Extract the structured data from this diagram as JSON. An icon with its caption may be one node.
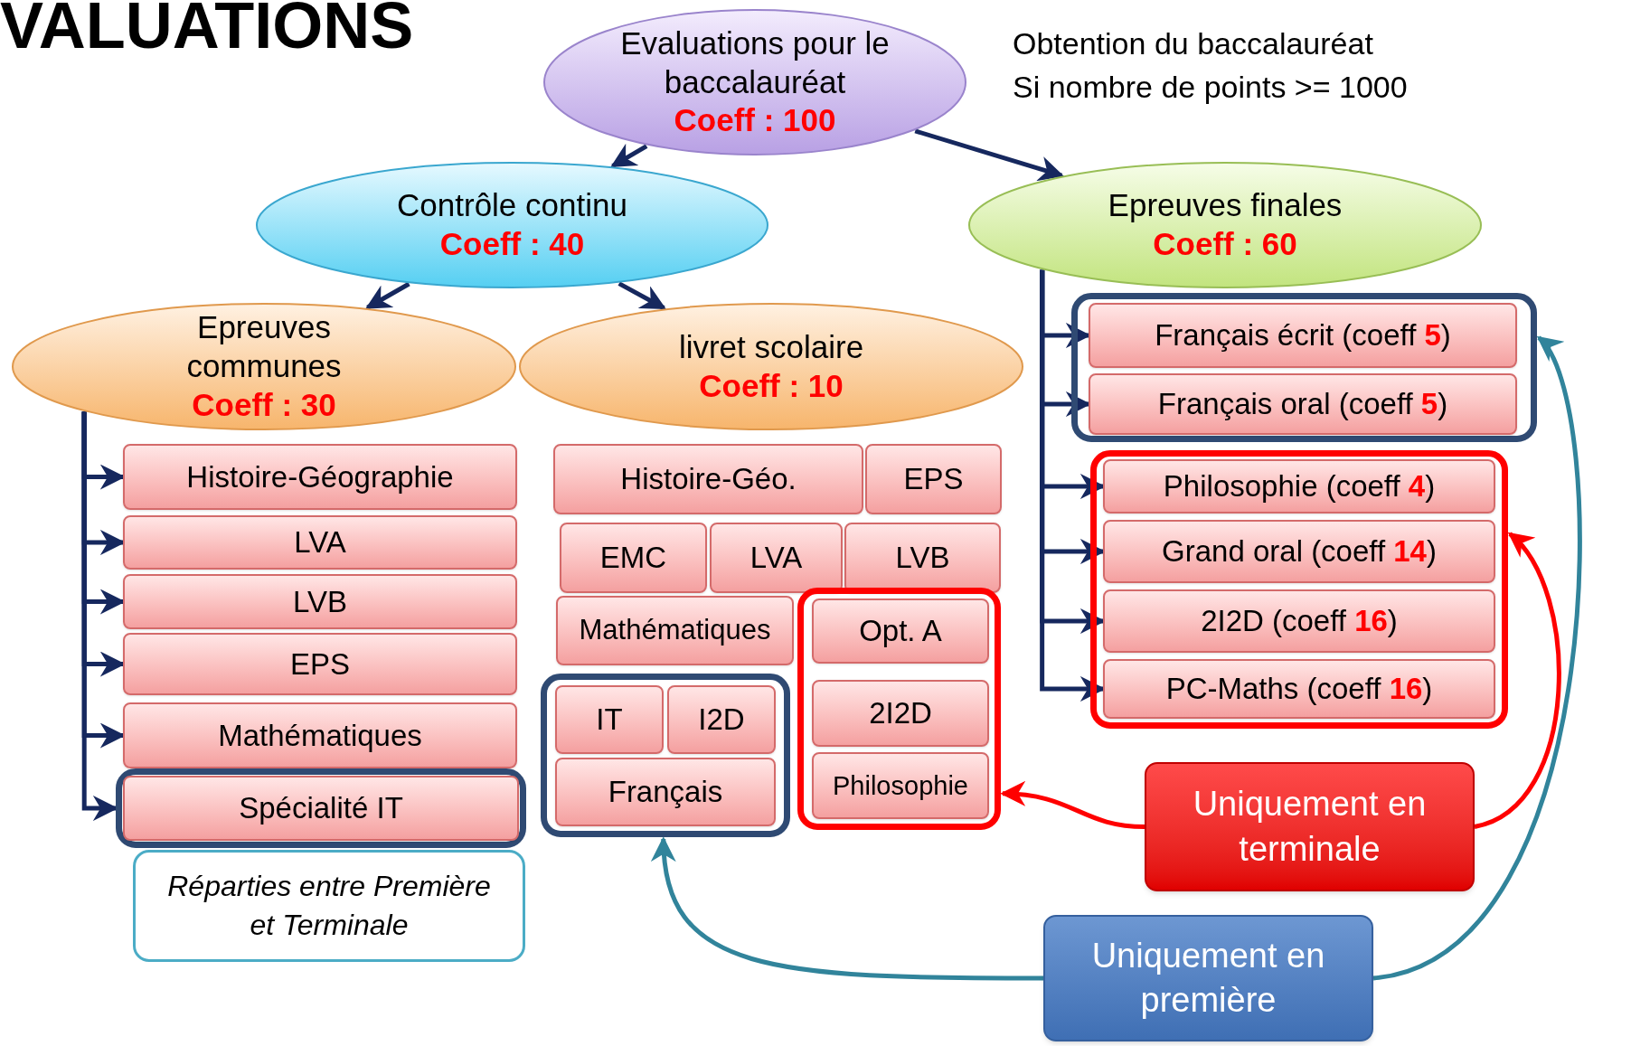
{
  "diagram": {
    "title": "VALUATIONS",
    "nodes": [
      {
        "text": [
          "Evaluations pour le baccalauréat",
          "Coeff : 100"
        ]
      },
      {
        "text": [
          "Contrôle continu",
          "Coeff : 40"
        ]
      },
      {
        "text": [
          "Epreuves finales",
          "Coeff : 60"
        ]
      },
      {
        "text": [
          "Epreuves communes",
          "Coeff : 30"
        ]
      },
      {
        "text": [
          "livret scolaire",
          "Coeff : 10"
        ]
      },
      {
        "text": [
          "Histoire-Géographie"
        ]
      },
      {
        "text": [
          "LVA"
        ]
      },
      {
        "text": [
          "LVB"
        ]
      },
      {
        "text": [
          "EPS"
        ]
      },
      {
        "text": [
          "Mathématiques"
        ]
      },
      {
        "text": [],
        "shape": "box"
      },
      {
        "text": [
          "Spécialité IT"
        ],
        "in": 10
      },
      {
        "text": [
          "Réparties entre Première et Terminale"
        ]
      },
      {
        "text": [
          "Histoire-Géo."
        ]
      },
      {
        "text": [
          "EPS"
        ]
      },
      {
        "text": [
          "EMC"
        ]
      },
      {
        "text": [
          "LVA"
        ]
      },
      {
        "text": [
          "LVB"
        ]
      },
      {
        "text": [
          "Mathématiques"
        ]
      },
      {
        "text": [],
        "shape": "box"
      },
      {
        "text": [
          "Opt. A"
        ],
        "in": 19
      },
      {
        "text": [
          "2I2D"
        ],
        "in": 19
      },
      {
        "text": [
          "Philosophie"
        ],
        "in": 19
      },
      {
        "text": [],
        "shape": "box"
      },
      {
        "text": [
          "IT"
        ],
        "in": 23
      },
      {
        "text": [
          "I2D"
        ],
        "in": 23
      },
      {
        "text": [
          "Français"
        ],
        "in": 23
      },
      {
        "text": [],
        "shape": "box"
      },
      {
        "text": [
          "Français écrit (coeff **5**)"
        ],
        "in": 27
      },
      {
        "text": [
          "Français oral (coeff **5**)"
        ],
        "in": 27
      },
      {
        "text": [],
        "shape": "box"
      },
      {
        "text": [
          "Philosophie (coeff **4**)"
        ],
        "in": 30
      },
      {
        "text": [
          "Grand oral (coeff **14**)"
        ],
        "in": 30
      },
      {
        "text": [
          "2I2D (coeff **16**)"
        ],
        "in": 30
      },
      {
        "text": [
          "PC-Maths (coeff **16**)"
        ],
        "in": 30
      },
      {
        "text": [
          "Uniquement en terminale"
        ]
      },
      {
        "text": [
          "Uniquement en première"
        ]
      }
    ],
    "edges": [
      {
        "from": 0,
        "to": 1,
        "arrow": "to"
      },
      {
        "from": 0,
        "to": 2,
        "arrow": "to"
      },
      {
        "from": 1,
        "to": 3,
        "arrow": "to"
      },
      {
        "from": 1,
        "to": 4,
        "arrow": "to"
      },
      {
        "from": 3,
        "to": 5,
        "arrow": "to"
      },
      {
        "from": 3,
        "to": 6,
        "arrow": "to"
      },
      {
        "from": 3,
        "to": 7,
        "arrow": "to"
      },
      {
        "from": 3,
        "to": 8,
        "arrow": "to"
      },
      {
        "from": 3,
        "to": 9,
        "arrow": "to"
      },
      {
        "from": 3,
        "to": 10,
        "arrow": "to"
      },
      {
        "from": 2,
        "to": 28,
        "arrow": "to"
      },
      {
        "from": 2,
        "to": 29,
        "arrow": "to"
      },
      {
        "from": 2,
        "to": 31,
        "arrow": "to"
      },
      {
        "from": 2,
        "to": 32,
        "arrow": "to"
      },
      {
        "from": 2,
        "to": 33,
        "arrow": "to"
      },
      {
        "from": 2,
        "to": 34,
        "arrow": "to"
      },
      {
        "from": 35,
        "to": 19,
        "arrow": "to",
        "color": "#ff0000"
      },
      {
        "from": 35,
        "to": 30,
        "arrow": "to",
        "color": "#ff0000"
      },
      {
        "from": 36,
        "to": 23,
        "arrow": "to",
        "color": "#31849b"
      },
      {
        "from": 36,
        "to": 27,
        "arrow": "to",
        "color": "#31849b"
      }
    ],
    "labels": [
      "Obtention du baccalauréat",
      "Si nombre de points >= 1000"
    ]
  }
}
